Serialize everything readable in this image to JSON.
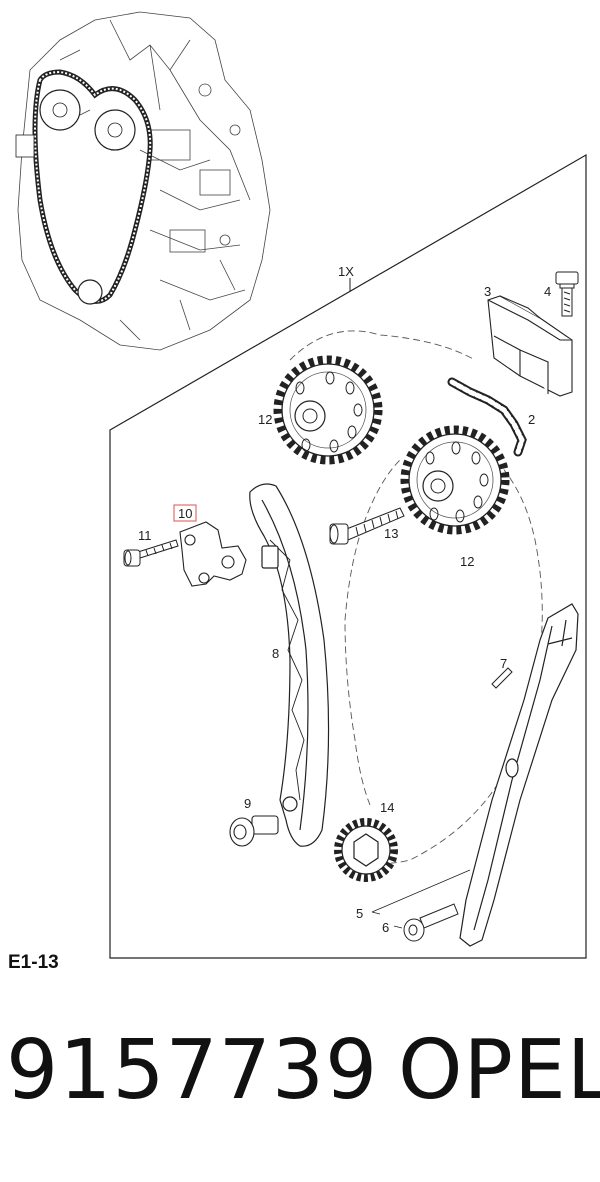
{
  "diagram": {
    "callouts": {
      "c1x": "1X",
      "c2": "2",
      "c3": "3",
      "c4": "4",
      "c5": "5",
      "c6": "6",
      "c7": "7",
      "c8": "8",
      "c9": "9",
      "c10": "10",
      "c11": "11",
      "c12a": "12",
      "c12b": "12",
      "c13": "13",
      "c14": "14"
    },
    "highlight_color": "#d9534f"
  },
  "footer": {
    "figure_code": "E1-13",
    "part_number": "9157739",
    "brand": "OPEL"
  }
}
